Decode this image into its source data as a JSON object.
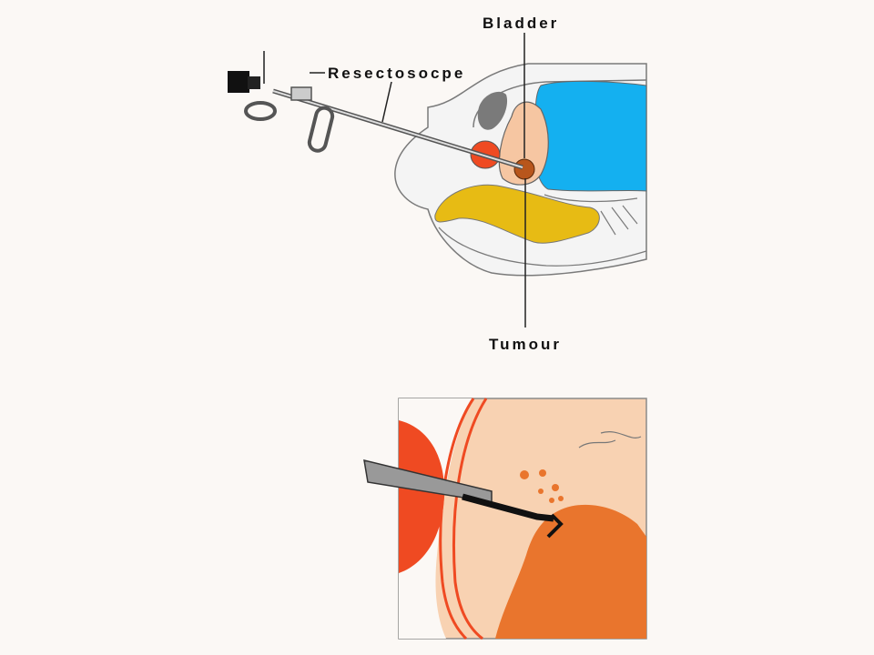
{
  "labels": {
    "bladder": "Bladder",
    "resectoscope": "Resectosocpe",
    "tumour": "Tumour"
  },
  "colors": {
    "background": "#fbf8f5",
    "bladder_fill": "#f6c6a2",
    "tumour": "#e9752d",
    "rectum_blue": "#14b0f0",
    "bone_yellow": "#e7bb14",
    "prostate_red": "#ef4a22",
    "tissue_gray": "#7a7a7a"
  },
  "icons": [
    "resectoscope-instrument-icon",
    "pelvis-cross-section-icon",
    "bladder-closeup-icon"
  ]
}
